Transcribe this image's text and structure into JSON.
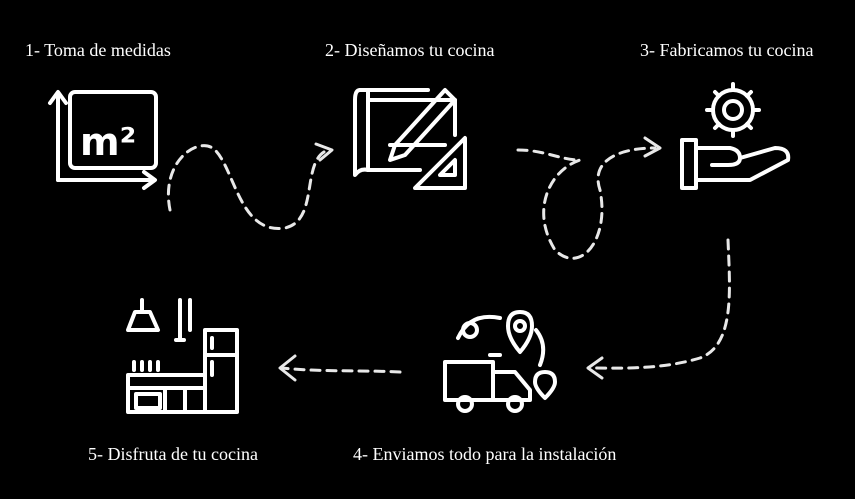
{
  "steps": [
    {
      "label": "1- Toma de medidas",
      "icon": "square-meter-icon"
    },
    {
      "label": "2- Diseñamos tu cocina",
      "icon": "blueprint-design-icon"
    },
    {
      "label": "3- Fabricamos tu cocina",
      "icon": "gear-hand-icon"
    },
    {
      "label": "4- Enviamos todo para la instalación",
      "icon": "delivery-truck-icon"
    },
    {
      "label": "5- Disfruta de tu cocina",
      "icon": "kitchen-icon"
    }
  ],
  "m2_text": "m²",
  "colors": {
    "background": "#000000",
    "foreground": "#ffffff"
  }
}
